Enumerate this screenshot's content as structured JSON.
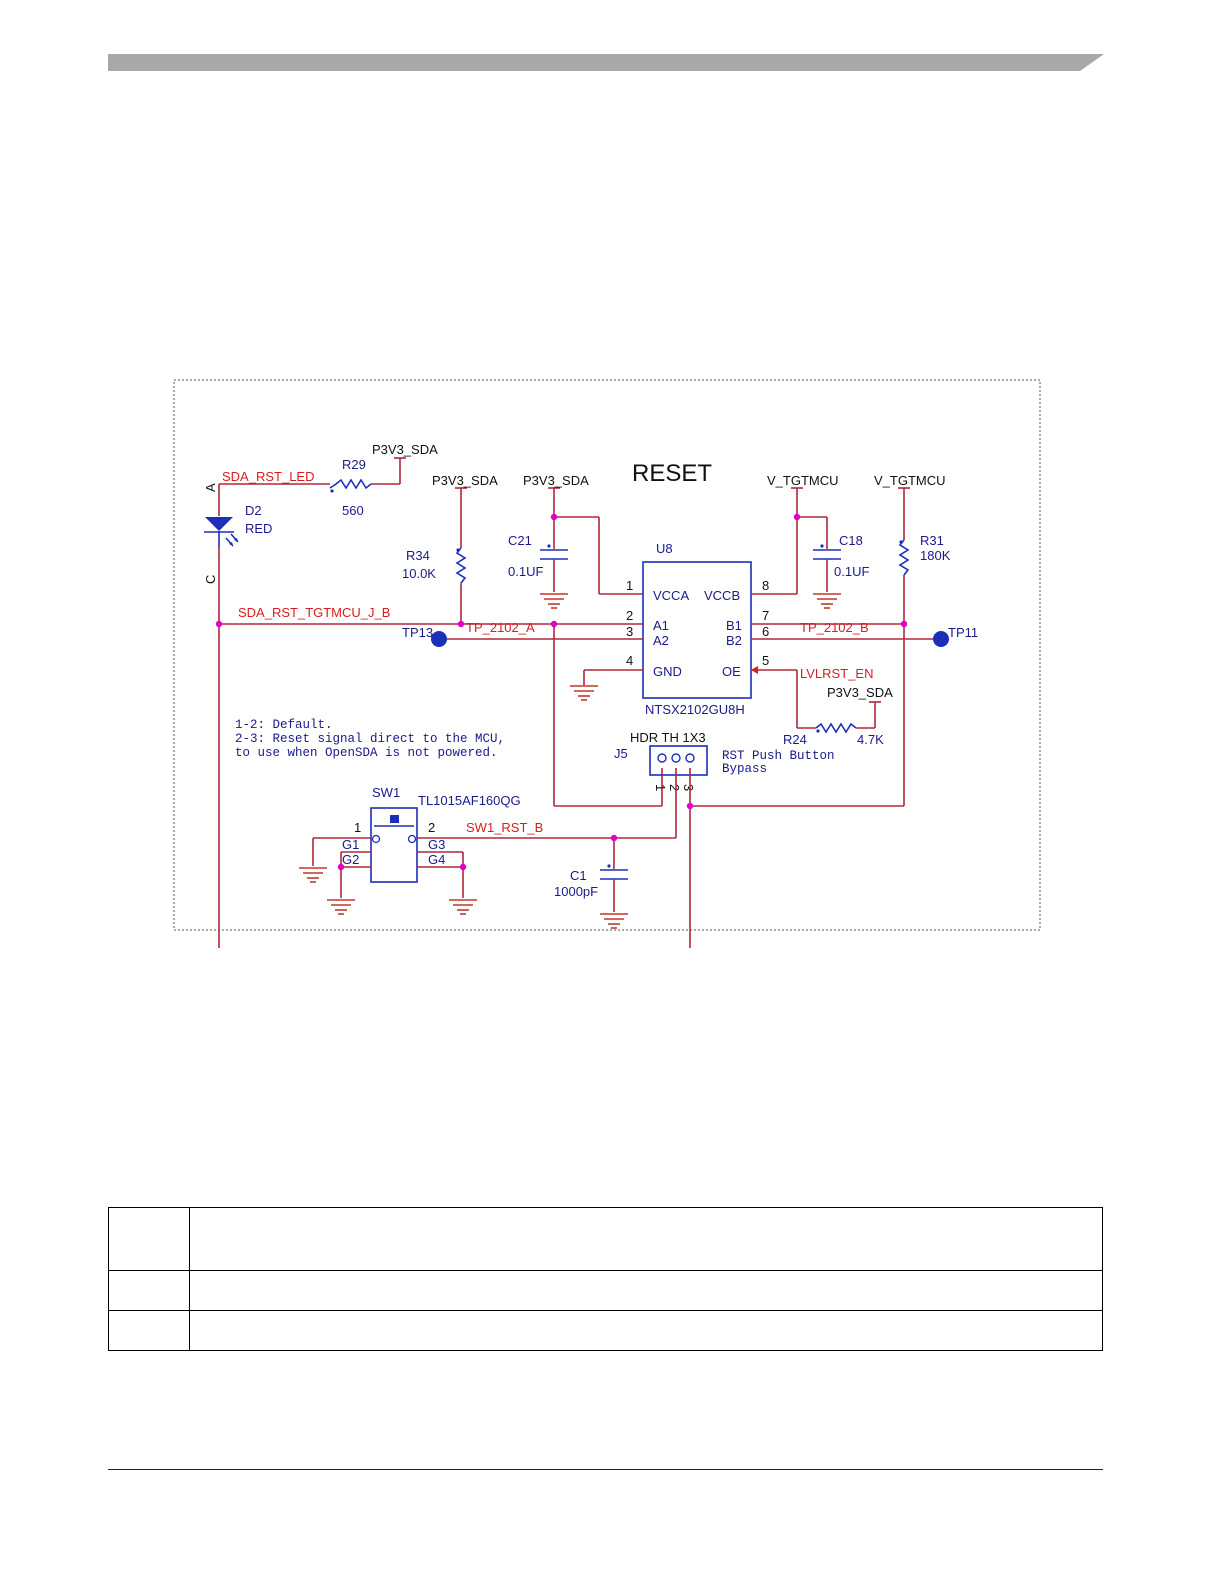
{
  "schematic": {
    "title": "RESET",
    "nets": {
      "sda_rst_led": "SDA_RST_LED",
      "sda_rst_tgtmcu": "SDA_RST_TGTMCU_J_B",
      "tp_2102_a": "TP_2102_A",
      "tp_2102_b": "TP_2102_B",
      "lvlrst_en": "LVLRST_EN",
      "sw1_rst_b": "SW1_RST_B"
    },
    "power": {
      "p3v3_r29": "P3V3_SDA",
      "p3v3_r34": "P3V3_SDA",
      "p3v3_c21": "P3V3_SDA",
      "v_tgtmcu_c18": "V_TGTMCU",
      "v_tgtmcu_r31": "V_TGTMCU",
      "p3v3_r24": "P3V3_SDA"
    },
    "components": {
      "d2": {
        "ref": "D2",
        "value": "RED",
        "anode": "A",
        "cathode": "C"
      },
      "r29": {
        "ref": "R29",
        "value": "560"
      },
      "r34": {
        "ref": "R34",
        "value": "10.0K"
      },
      "c21": {
        "ref": "C21",
        "value": "0.1UF"
      },
      "c18": {
        "ref": "C18",
        "value": "0.1UF"
      },
      "r31": {
        "ref": "R31",
        "value": "180K"
      },
      "r24": {
        "ref": "R24",
        "value": "4.7K"
      },
      "c1": {
        "ref": "C1",
        "value": "1000pF"
      },
      "u8": {
        "ref": "U8",
        "part": "NTSX2102GU8H",
        "pins_left": [
          {
            "num": "1",
            "name": "VCCA"
          },
          {
            "num": "2",
            "name": "A1"
          },
          {
            "num": "3",
            "name": "A2"
          },
          {
            "num": "4",
            "name": "GND"
          }
        ],
        "pins_right": [
          {
            "num": "8",
            "name": "VCCB"
          },
          {
            "num": "7",
            "name": "B1"
          },
          {
            "num": "6",
            "name": "B2"
          },
          {
            "num": "5",
            "name": "OE"
          }
        ]
      },
      "j5": {
        "ref": "J5",
        "part": "HDR TH 1X3",
        "desc1": "RST Push Button",
        "desc2": "Bypass",
        "pins": [
          "1",
          "2",
          "3"
        ]
      },
      "sw1": {
        "ref": "SW1",
        "part": "TL1015AF160QG",
        "pin1": "1",
        "pin2": "2",
        "g1": "G1",
        "g2": "G2",
        "g3": "G3",
        "g4": "G4"
      },
      "tp13": {
        "ref": "TP13"
      },
      "tp11": {
        "ref": "TP11"
      }
    },
    "note": [
      "1-2: Default.",
      "2-3: Reset signal direct to the MCU,",
      "to use when OpenSDA is not powered."
    ]
  },
  "colors": {
    "wire": "#b0283c",
    "component": "#1c2fb8",
    "net_label": "#d81e1e",
    "junction": "#e000c8",
    "header_bar": "#a8a8a8"
  }
}
